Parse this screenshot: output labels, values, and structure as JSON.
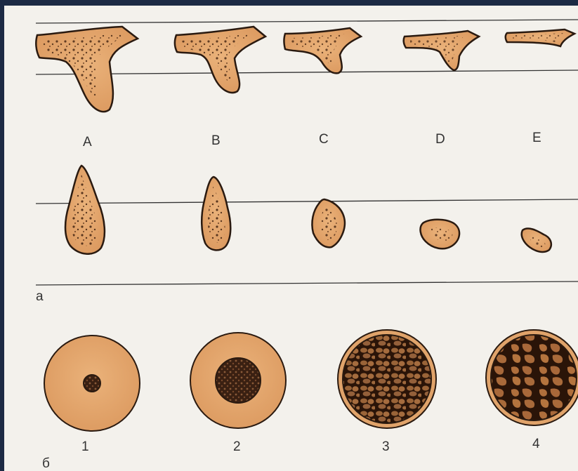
{
  "figure_a": {
    "panel_label": "а",
    "stage_labels": [
      "A",
      "B",
      "C",
      "D",
      "E"
    ]
  },
  "figure_b": {
    "panel_label": "б",
    "stage_labels": [
      "1",
      "2",
      "3",
      "4"
    ]
  },
  "colors": {
    "bone_fill": "#e5a870",
    "bone_outline": "#2a1a10",
    "spongy_dots": "#4a2a16",
    "page_bg": "#f3f1ec",
    "frame": "#1c2a44"
  }
}
